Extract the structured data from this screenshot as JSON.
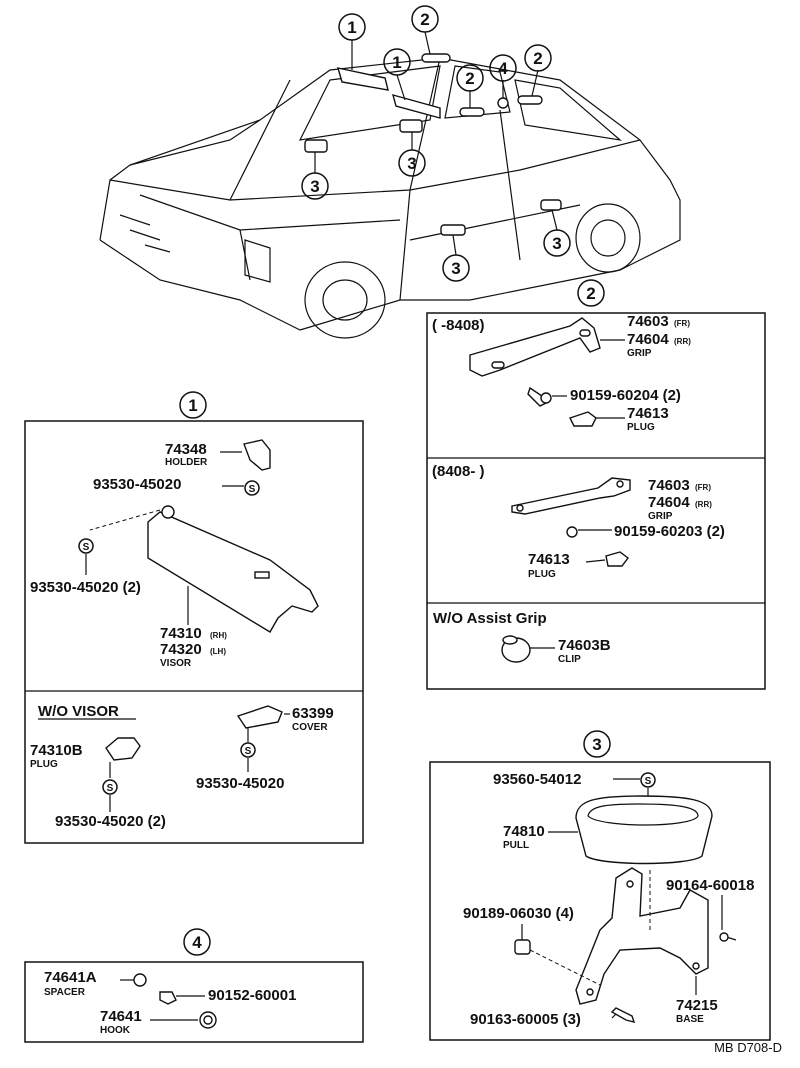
{
  "callouts": {
    "c1": "1",
    "c2": "2",
    "c3": "3",
    "c4": "4"
  },
  "car_label_positions": [],
  "section_grip": {
    "range_a": "( -8408)",
    "range_b": "(8408- )",
    "p_74603": "74603",
    "p_74603_tag": "(FR)",
    "p_74604": "74604",
    "p_74604_tag": "(RR)",
    "grip_label": "GRIP",
    "screw_a": "90159-60204 (2)",
    "screw_b": "90159-60203 (2)",
    "plug_no": "74613",
    "plug_label": "PLUG",
    "wo_assist": "W/O Assist Grip",
    "clip_no": "74603B",
    "clip_label": "CLIP"
  },
  "section_visor": {
    "holder_no": "74348",
    "holder_label": "HOLDER",
    "screw_top": "93530-45020",
    "screw_left": "93530-45020 (2)",
    "visor_rh": "74310",
    "visor_rh_tag": "(RH)",
    "visor_lh": "74320",
    "visor_lh_tag": "(LH)",
    "visor_label": "VISOR",
    "wo_visor": "W/O VISOR",
    "plug_no": "74310B",
    "plug_label": "PLUG",
    "plug_screw": "93530-45020 (2)",
    "cover_no": "63399",
    "cover_label": "COVER",
    "cover_screw": "93530-45020"
  },
  "section_pull": {
    "screw_top": "93560-54012",
    "pull_no": "74810",
    "pull_label": "PULL",
    "nut": "90189-06030 (4)",
    "screw_right": "90164-60018",
    "screw_bottom": "90163-60005 (3)",
    "base_no": "74215",
    "base_label": "BASE"
  },
  "section_hook": {
    "spacer_no": "74641A",
    "spacer_label": "SPACER",
    "screw": "90152-60001",
    "hook_no": "74641",
    "hook_label": "HOOK"
  },
  "symbol_s": "S",
  "footer_code": "MB D708-D"
}
